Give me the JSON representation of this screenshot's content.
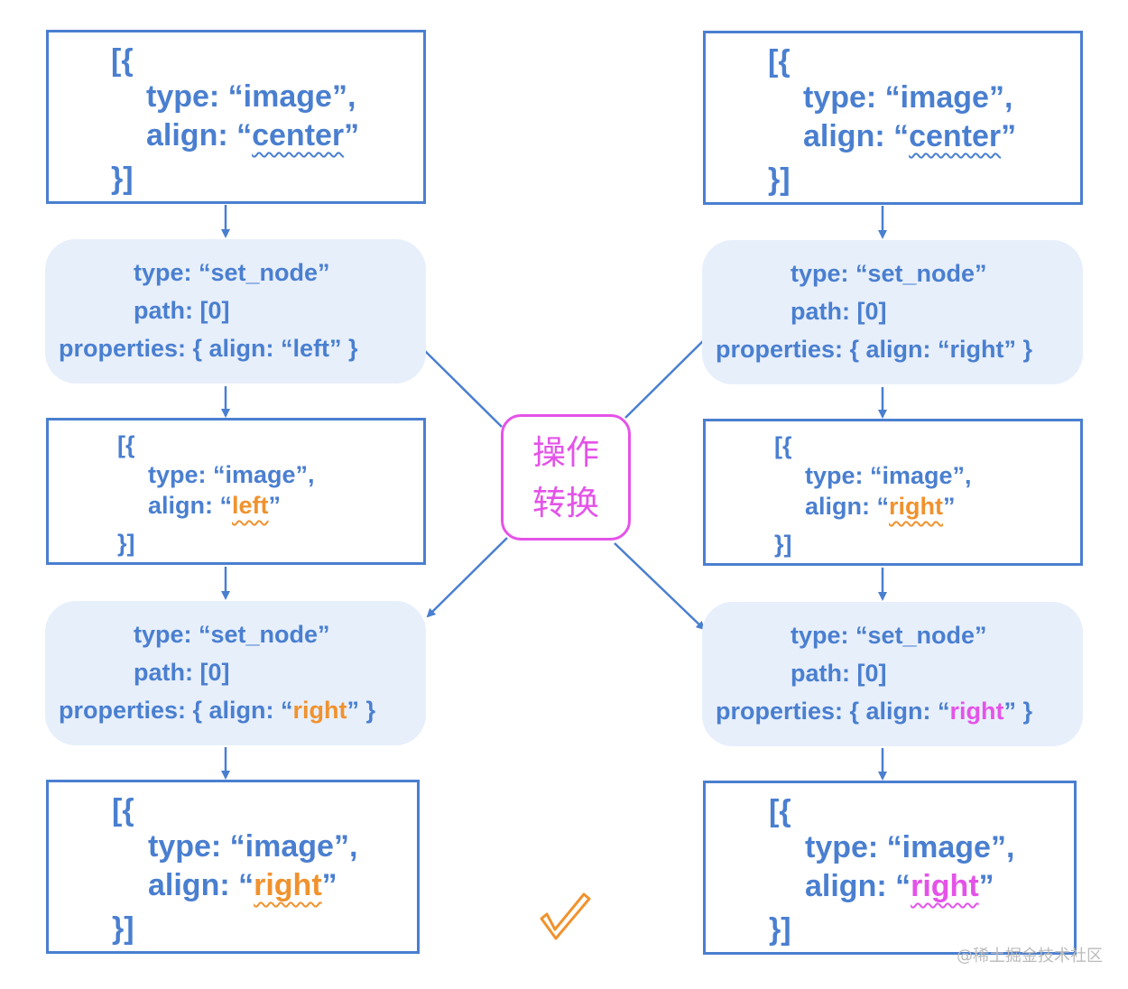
{
  "center_label": [
    "操作",
    "转换"
  ],
  "watermark": "@稀土掘金技术社区",
  "colors": {
    "blue": "#4a7fd0",
    "orange": "#f0922e",
    "pink": "#e453e8",
    "op_bg": "#e7effb"
  },
  "left": {
    "doc1": {
      "open": "[{",
      "type_line": "type: “image”,",
      "align_key": "align: “",
      "align_val": "center",
      "align_end": "”",
      "close": "}]"
    },
    "op1": {
      "type_line": "type: “set_node”",
      "path_line": "path: [0]",
      "props_prefix": "properties: { align: “",
      "props_val": "left",
      "props_suffix": "” }"
    },
    "doc2": {
      "open": "[{",
      "type_line": "type: “image”,",
      "align_key": "align: “",
      "align_val": "left",
      "align_end": "”",
      "close": "}]"
    },
    "op2": {
      "type_line": "type: “set_node”",
      "path_line": "path: [0]",
      "props_prefix": "properties: { align: “",
      "props_val": "right",
      "props_suffix": "” }"
    },
    "doc3": {
      "open": "[{",
      "type_line": "type: “image”,",
      "align_key": "align: “",
      "align_val": "right",
      "align_end": "”",
      "close": "}]"
    }
  },
  "right": {
    "doc1": {
      "open": "[{",
      "type_line": "type: “image”,",
      "align_key": "align: “",
      "align_val": "center",
      "align_end": "”",
      "close": "}]"
    },
    "op1": {
      "type_line": "type: “set_node”",
      "path_line": "path: [0]",
      "props_prefix": "properties: { align: “",
      "props_val": "right",
      "props_suffix": "” }"
    },
    "doc2": {
      "open": "[{",
      "type_line": "type: “image”,",
      "align_key": "align: “",
      "align_val": "right",
      "align_end": "”",
      "close": "}]"
    },
    "op2": {
      "type_line": "type: “set_node”",
      "path_line": "path: [0]",
      "props_prefix": "properties: { align: “",
      "props_val": "right",
      "props_suffix": "” }"
    },
    "doc3": {
      "open": "[{",
      "type_line": "type: “image”,",
      "align_key": "align: “",
      "align_val": "right",
      "align_end": "”",
      "close": "}]"
    }
  },
  "result_mark": "checkmark-icon"
}
